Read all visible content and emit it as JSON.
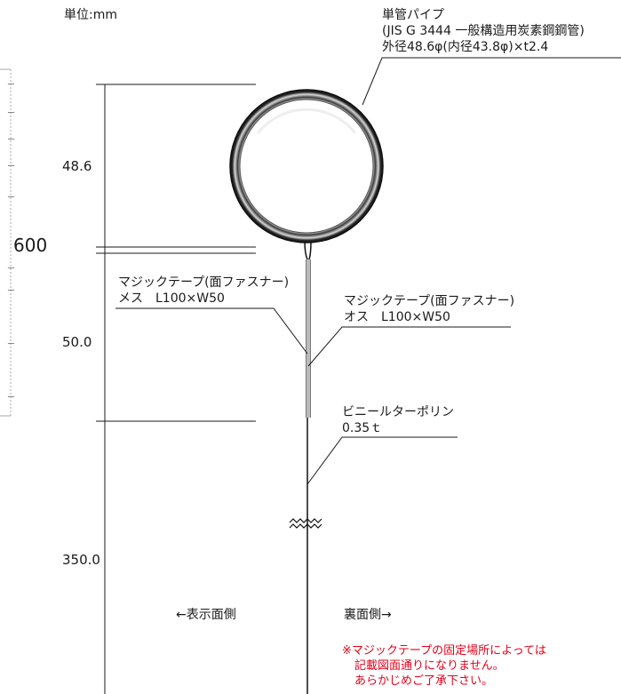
{
  "unit_label": "単位:mm",
  "pipe_label": {
    "line1": "単管パイプ",
    "line2": "(JIS G 3444 一般構造用炭素鋼鋼管)",
    "line3": "外径48.6φ(内径43.8φ)×t2.4"
  },
  "velcro_female": {
    "line1": "マジックテープ(面ファスナー)",
    "line2": "メス　L100×W50"
  },
  "velcro_male": {
    "line1": "マジックテープ(面ファスナー)",
    "line2": "オス　L100×W50"
  },
  "tarp_label": {
    "line1": "ビニールターポリン",
    "line2": "0.35ｔ"
  },
  "dimensions": {
    "total": "600",
    "pipe": "48.6",
    "velcro": "50.0",
    "tarp": "350.0"
  },
  "side_labels": {
    "front": "←表示面側",
    "back": "裏面側→"
  },
  "note": {
    "line1": "※マジックテープの固定場所によっては",
    "line2": "記載図面通りになりません。",
    "line3": "あらかじめご了承下さい。"
  },
  "left_edge_marks": [
    "ー",
    "ー",
    "ー",
    "ー",
    "ー",
    "ー",
    "ー",
    "ー",
    "ー"
  ],
  "colors": {
    "note": "#e6001a",
    "line": "#1a1a1a"
  }
}
